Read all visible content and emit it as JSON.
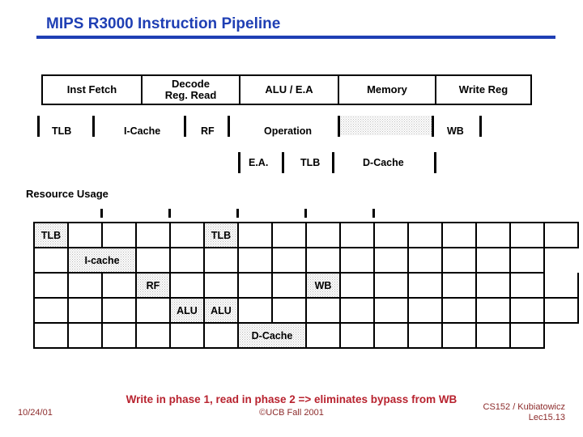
{
  "slide": {
    "title": "MIPS R3000 Instruction Pipeline",
    "accent_color": "#1f3fb4",
    "caption_color": "#b8232f",
    "footer_color": "#8c2b2b"
  },
  "pipeline": {
    "stages": [
      {
        "label": "Inst Fetch"
      },
      {
        "label": "Decode\nReg. Read"
      },
      {
        "label": "ALU  /  E.A"
      },
      {
        "label": "Memory"
      },
      {
        "label": "Write Reg"
      }
    ]
  },
  "substages": {
    "row1": [
      {
        "label": "TLB"
      },
      {
        "label": "I-Cache"
      },
      {
        "label": "RF"
      },
      {
        "label": "Operation"
      },
      {
        "label": "WB"
      }
    ],
    "row2": [
      {
        "label": "E.A."
      },
      {
        "label": "TLB"
      },
      {
        "label": "D-Cache"
      }
    ]
  },
  "resource_usage": {
    "label": "Resource Usage",
    "columns": 16,
    "rows": 5,
    "cells": [
      {
        "row": 1,
        "col": 1,
        "span": 1,
        "label": "TLB"
      },
      {
        "row": 1,
        "col": 6,
        "span": 1,
        "label": "TLB"
      },
      {
        "row": 2,
        "col": 2,
        "span": 2,
        "label": "I-cache"
      },
      {
        "row": 3,
        "col": 4,
        "span": 1,
        "label": "RF"
      },
      {
        "row": 3,
        "col": 9,
        "span": 1,
        "label": "WB"
      },
      {
        "row": 4,
        "col": 5,
        "span": 1,
        "label": "ALU"
      },
      {
        "row": 4,
        "col": 6,
        "span": 1,
        "label": "ALU"
      },
      {
        "row": 5,
        "col": 7,
        "span": 2,
        "label": "D-Cache"
      }
    ],
    "tick_count": 5
  },
  "caption": "Write in phase 1, read in phase 2 => eliminates bypass from WB",
  "footer": {
    "date": "10/24/01",
    "center": "©UCB Fall 2001",
    "course": "CS152 / Kubiatowicz",
    "lecture": "Lec15.13"
  }
}
